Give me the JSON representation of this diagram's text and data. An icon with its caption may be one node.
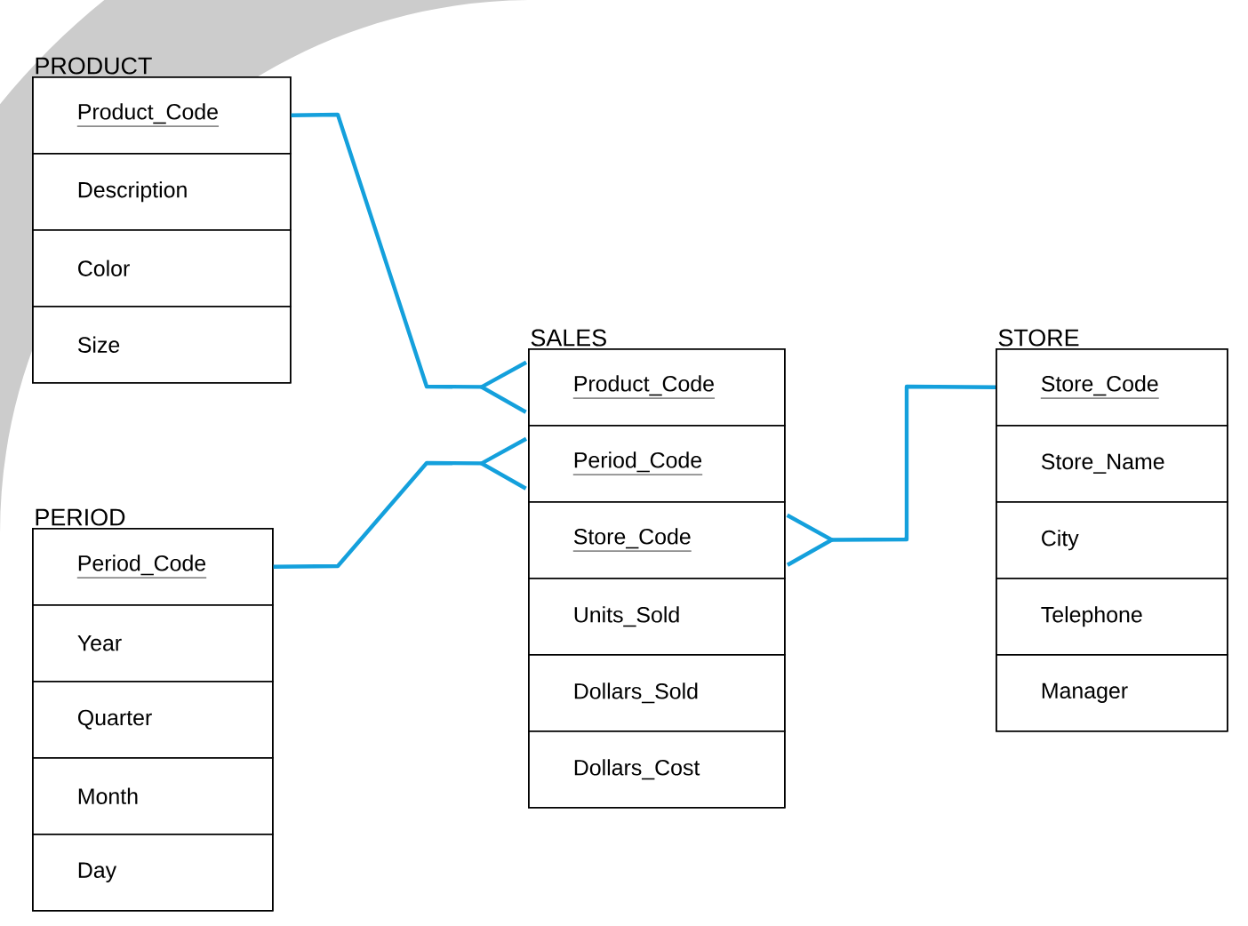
{
  "diagram": {
    "nodes": [
      {
        "text": [
          "PRODUCT"
        ]
      },
      {
        "text": [
          "Product_Code"
        ],
        "in": 0
      },
      {
        "text": [
          "Description"
        ],
        "in": 0
      },
      {
        "text": [
          "Color"
        ],
        "in": 0
      },
      {
        "text": [
          "Size"
        ],
        "in": 0
      },
      {
        "text": [
          "SALES"
        ]
      },
      {
        "text": [
          "Product_Code"
        ],
        "in": 5
      },
      {
        "text": [
          "Period_Code"
        ],
        "in": 5
      },
      {
        "text": [
          "Store_Code"
        ],
        "in": 5
      },
      {
        "text": [
          "Units_Sold"
        ],
        "in": 5
      },
      {
        "text": [
          "Dollars_Sold"
        ],
        "in": 5
      },
      {
        "text": [
          "Dollars_Cost"
        ],
        "in": 5
      },
      {
        "text": [
          "STORE"
        ]
      },
      {
        "text": [
          "Store_Code"
        ],
        "in": 12
      },
      {
        "text": [
          "Store_Name"
        ],
        "in": 12
      },
      {
        "text": [
          "City"
        ],
        "in": 12
      },
      {
        "text": [
          "Telephone"
        ],
        "in": 12
      },
      {
        "text": [
          "Manager"
        ],
        "in": 12
      },
      {
        "text": [
          "PERIOD"
        ]
      },
      {
        "text": [
          "Period_Code"
        ],
        "in": 18
      },
      {
        "text": [
          "Year"
        ],
        "in": 18
      },
      {
        "text": [
          "Quarter"
        ],
        "in": 18
      },
      {
        "text": [
          "Month"
        ],
        "in": 18
      },
      {
        "text": [
          "Day"
        ],
        "in": 18
      }
    ],
    "edges": [
      {
        "from": 1,
        "to": 6,
        "arrow": "other"
      },
      {
        "from": 19,
        "to": 7,
        "arrow": "other"
      },
      {
        "from": 13,
        "to": 8,
        "arrow": "other"
      }
    ]
  }
}
